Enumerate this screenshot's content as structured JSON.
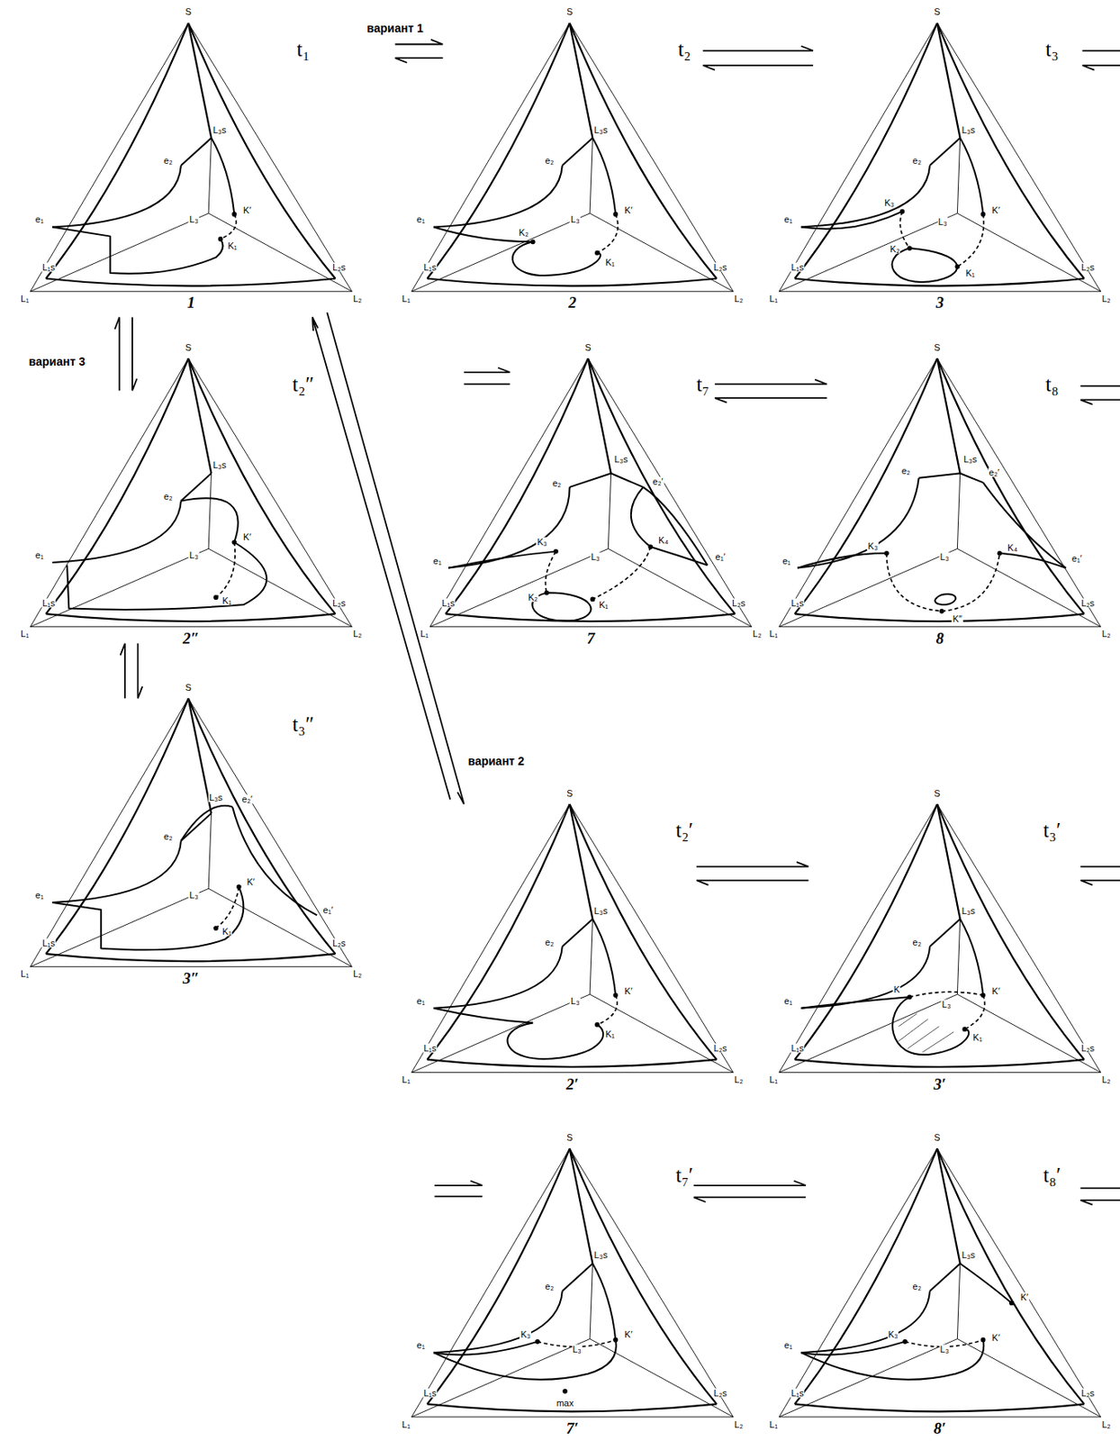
{
  "diagram": {
    "labels": [
      "S",
      "L₃s",
      "e₂",
      "L₃",
      "K′",
      "e₁",
      "K₁",
      "L₁s",
      "L₂s",
      "L₁",
      "L₂",
      "t₁",
      "1",
      "S",
      "L₃s",
      "e₂",
      "L₃",
      "K′",
      "e₁",
      "K₂",
      "K₁",
      "L₁s",
      "L₂s",
      "L₁",
      "L₂",
      "t₂",
      "2",
      "S",
      "L₃s",
      "e₂",
      "K₃",
      "L₃",
      "K′",
      "e₁",
      "K₂",
      "K₁",
      "L₁s",
      "L₂s",
      "L₁",
      "L₂",
      "t₃",
      "3",
      "S",
      "L₃s",
      "e₂",
      "K′",
      "L₃",
      "e₁",
      "K₁",
      "L₁s",
      "L₂s",
      "L₁",
      "L₂",
      "t₂″",
      "2″",
      "S",
      "L₃s",
      "e₂",
      "e₂′",
      "L₃",
      "K′",
      "e₁",
      "K₁",
      "e₁′",
      "L₁s",
      "L₂s",
      "L₁",
      "L₂",
      "t₃″",
      "3″",
      "S",
      "L₃s",
      "e₂",
      "e₂′",
      "L₃",
      "K₃",
      "K₄",
      "e₁",
      "e₁′",
      "K₂",
      "K₁",
      "L₁s",
      "L₂s",
      "L₁",
      "L₂",
      "t₇",
      "7",
      "S",
      "L₃s",
      "e₂",
      "e₂′",
      "L₃",
      "K₃",
      "K₄",
      "e₁",
      "e₁′",
      "K″",
      "L₁s",
      "L₂s",
      "L₁",
      "L₂",
      "t₈",
      "8",
      "S",
      "L₃s",
      "e₂",
      "L₃",
      "K′",
      "e₁",
      "K₁",
      "L₁s",
      "L₂s",
      "L₁",
      "L₂",
      "t₂′",
      "2′",
      "S",
      "L₃s",
      "e₂",
      "L₃",
      "K′",
      "e₁",
      "K",
      "K₁",
      "L₁s",
      "L₂s",
      "L₁",
      "L₂",
      "t₃′",
      "3′",
      "S",
      "L₃s",
      "e₂",
      "e₁",
      "K₃",
      "L₃",
      "K′",
      "max",
      "L₁s",
      "L₂s",
      "L₁",
      "L₂",
      "t₇′",
      "7′",
      "S",
      "L₃s",
      "e₂",
      "e₁",
      "K₃",
      "L₃",
      "K′",
      "K′",
      "L₁s",
      "L₂s",
      "L₁",
      "L₂",
      "t₈′",
      "8′",
      "вариант 1",
      "вариант 3",
      "вариант 2"
    ]
  }
}
